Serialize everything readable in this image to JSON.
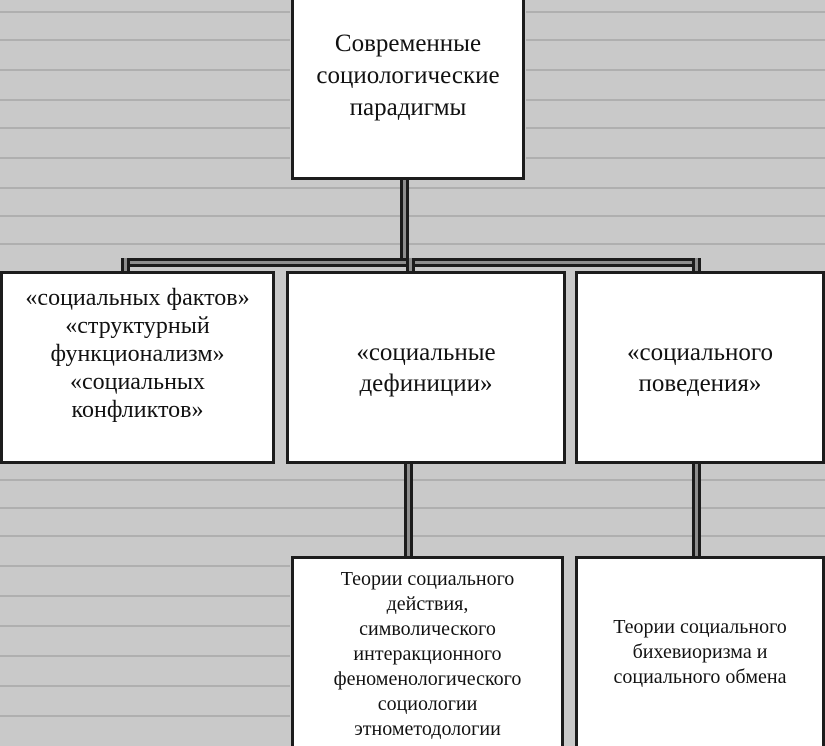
{
  "diagram": {
    "root": "Современные\nсоциологические\nпарадигмы",
    "paradigms": [
      "«социальных фактов»\n«структурный\nфункционализм»\n«социальных\nконфликтов»",
      "«социальные\nдефиниции»",
      "«социального\nповедения»"
    ],
    "theories": [
      "Теории социального\nдействия,\nсимволического\nинтеракционного\nфеноменологического\nсоциологии\nэтнометодологии",
      "Теории социального\nбихевиоризма и\nсоциального обмена"
    ]
  },
  "colors": {
    "background": "#c9c9c9",
    "box_fill": "#ffffff",
    "line": "#1c1c1c"
  }
}
